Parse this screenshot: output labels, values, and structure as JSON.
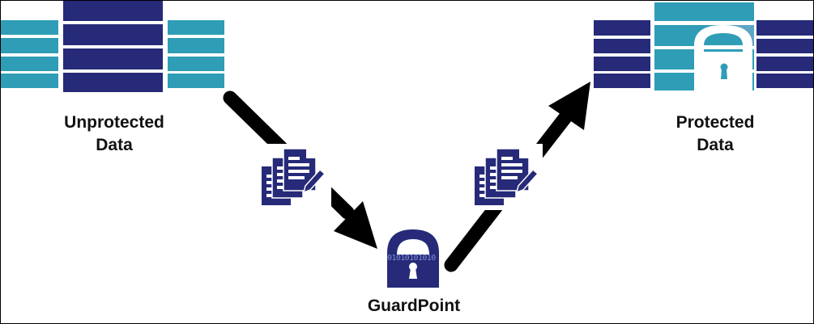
{
  "colors": {
    "navy": "#262a78",
    "teal": "#2f9db6",
    "lock_teal_light": "#5fa5c4",
    "arrow": "#000000",
    "text": "#111111"
  },
  "nodes": {
    "unprotected": {
      "label_line1": "Unprotected",
      "label_line2": "Data",
      "icon": "data-table-icon"
    },
    "protected": {
      "label_line1": "Protected",
      "label_line2": "Data",
      "icon": "locked-data-table-icon"
    },
    "guardpoint": {
      "label": "GuardPoint",
      "icon": "binary-padlock-icon",
      "binary_text": "01010101010"
    }
  },
  "edges": [
    {
      "from": "unprotected",
      "to": "guardpoint",
      "icon": "documents-edit-icon"
    },
    {
      "from": "guardpoint",
      "to": "protected",
      "icon": "documents-edit-icon"
    }
  ]
}
